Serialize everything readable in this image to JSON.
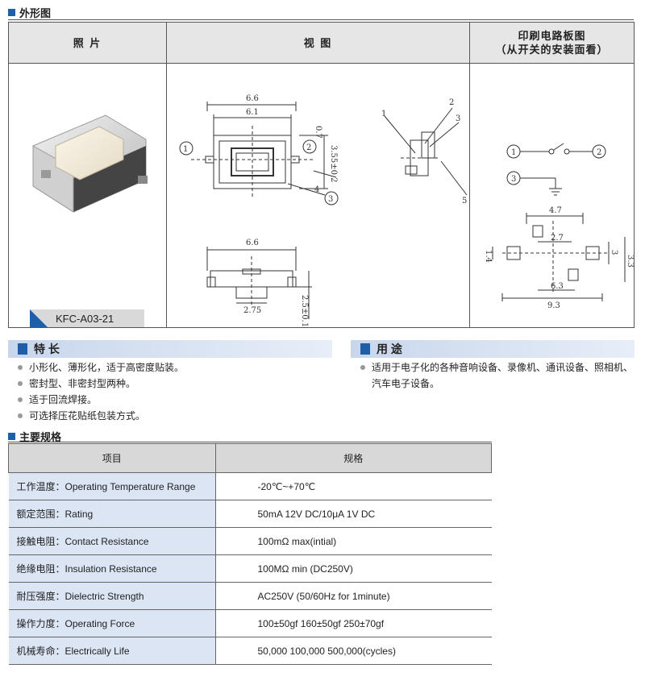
{
  "outline": {
    "title": "外形图",
    "columns": {
      "photo": "照 片",
      "view": "视 图",
      "pcb_line1": "印刷电路板图",
      "pcb_line2": "（从开关的安装面看）"
    },
    "model": "KFC-A03-21"
  },
  "drawing": {
    "top": {
      "w_outer": "6.6",
      "w_inner": "6.1",
      "h_offset": "0.7",
      "height": "3.55±0.2"
    },
    "bottom": {
      "width": "6.6",
      "stem": "2.75",
      "height": "2.5±0.1"
    },
    "callouts": [
      "1",
      "2",
      "3",
      "4",
      "5"
    ],
    "pcb": {
      "d1": "4.7",
      "d2": "2.7",
      "d3": "6.3",
      "d4": "9.3",
      "d5": "1.4",
      "d6": "3",
      "d7": "3.3"
    }
  },
  "features": {
    "title": "特 长",
    "items": [
      "小形化、薄形化，适于高密度贴装。",
      "密封型、非密封型两种。",
      "适于回流焊接。",
      "可选择压花贴纸包装方式。"
    ]
  },
  "usage": {
    "title": "用 途",
    "items": [
      "适用于电子化的各种音响设备、录像机、通讯设备、照相机、汽车电子设备。"
    ]
  },
  "specs": {
    "title": "主要规格",
    "header_item": "项目",
    "header_spec": "规格",
    "rows": [
      {
        "key": "工作温度：Operating Temperature Range",
        "value": "-20℃~+70℃"
      },
      {
        "key": "额定范围：Rating",
        "value": "50mA 12V DC/10μA 1V DC"
      },
      {
        "key": "接触电阻：Contact Resistance",
        "value": "100mΩ max(intial)"
      },
      {
        "key": "绝缘电阻：Insulation Resistance",
        "value": "100MΩ min (DC250V)"
      },
      {
        "key": "耐压强度：Dielectric Strength",
        "value": "AC250V  (50/60Hz for 1minute)"
      },
      {
        "key": "操作力度：Operating Force",
        "value": "100±50gf   160±50gf   250±70gf"
      },
      {
        "key": "机械寿命：Electrically Life",
        "value": "50,000   100,000   500,000(cycles)"
      }
    ]
  },
  "colors": {
    "accent": "#1f5fa8",
    "header_gray": "#e6e6e6",
    "key_blue": "#dbe5f4"
  }
}
